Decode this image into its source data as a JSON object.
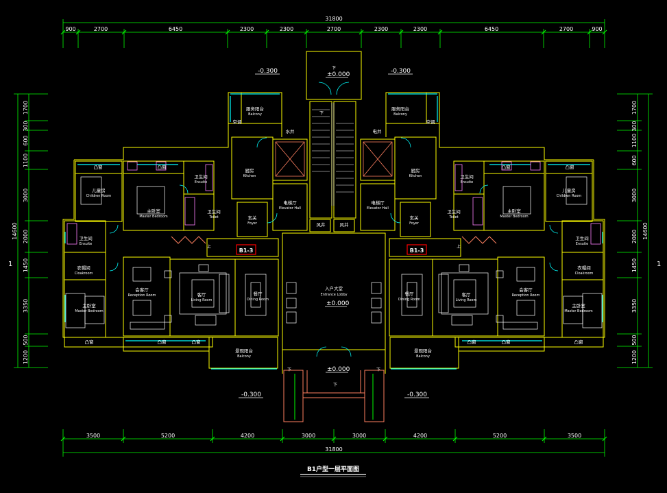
{
  "colors": {
    "background": "#000000",
    "dimension": "#00ff00",
    "wall": "#ffff00",
    "window": "#00ffff",
    "furniture": "#ffffff",
    "stairs": "#ff8060",
    "unit_tag": "#ff0000"
  },
  "dimensions": {
    "overall_top": "31800",
    "top": [
      "900",
      "2700",
      "6450",
      "2300",
      "2300",
      "2700",
      "2300",
      "2300",
      "6450",
      "2700",
      "900"
    ],
    "bottom": [
      "3500",
      "5200",
      "4200",
      "3000",
      "3000",
      "4200",
      "5200",
      "3500"
    ],
    "overall_bottom": "31800",
    "left_overall": "14600",
    "left": [
      "1700",
      "300",
      "600",
      "1100",
      "3000",
      "2000",
      "1450",
      "3350",
      "500",
      "1200"
    ],
    "right_overall": "14600",
    "right": [
      "1700",
      "300",
      "1100",
      "600",
      "3000",
      "2000",
      "1450",
      "3350",
      "500",
      "1200"
    ]
  },
  "levels": {
    "top_left": "-0.300",
    "top_right": "-0.300",
    "top_center": "±0.000",
    "lobby": "±0.000",
    "entry": "±0.000",
    "bottom_left": "-0.300",
    "bottom_right": "-0.300"
  },
  "section_marks": {
    "left": "1",
    "right": "1"
  },
  "direction_marks": {
    "down": "下",
    "up": "上"
  },
  "unit_tags": {
    "left": "B1-3",
    "right": "B1-3"
  },
  "rooms": {
    "service_balcony": {
      "zh": "服务阳台",
      "en": "Balcony"
    },
    "air_con": "空调",
    "water_shaft": "水井",
    "elec_shaft": "电井",
    "vent": "风井",
    "elevator_hall": {
      "zh": "电梯厅",
      "en": "Elevator Hall"
    },
    "kitchen": {
      "zh": "厨房",
      "en": "Kitchen"
    },
    "foyer": {
      "zh": "玄关",
      "en": "Foyer"
    },
    "children_room": {
      "zh": "儿童房",
      "en": "Children Room"
    },
    "second_bedroom": {
      "zh": "主卧室",
      "en": "Master Bedroom"
    },
    "ensuite": {
      "zh": "卫生间",
      "en": "Ensuite"
    },
    "toilet": {
      "zh": "卫生间",
      "en": "Toilet"
    },
    "cloakroom": {
      "zh": "衣帽间",
      "en": "Cloakroom"
    },
    "master_bedroom": {
      "zh": "主卧室",
      "en": "Master Bedroom"
    },
    "reception_room": {
      "zh": "会客厅",
      "en": "Reception Room"
    },
    "living_room": {
      "zh": "客厅",
      "en": "Living Room"
    },
    "dining_room": {
      "zh": "餐厅",
      "en": "Dining Room"
    },
    "entrance_lobby": {
      "zh": "入户大堂",
      "en": "Entrance Lobby"
    },
    "bay_window": "凸窗",
    "balcony": {
      "zh": "景观阳台",
      "en": "Balcony"
    }
  },
  "drawing_title": "B1户型一层平面图"
}
